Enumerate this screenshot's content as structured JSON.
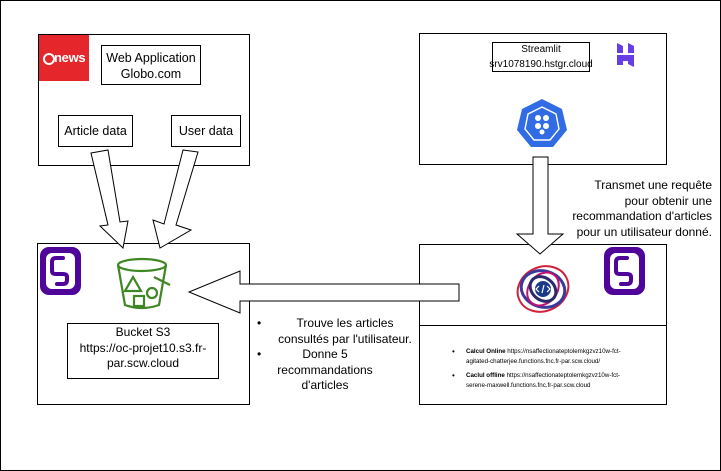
{
  "top_left": {
    "logo_text": "news",
    "title_line1": "Web Application",
    "title_line2": "Globo.com",
    "article_label": "Article data",
    "user_label": "User data"
  },
  "top_right": {
    "title_line1": "Streamlit",
    "title_line2": "srv1078190.hstgr.cloud"
  },
  "transmit_note": {
    "line1": "Transmet une requête",
    "line2": "pour obtenir une",
    "line3": "recommandation d'articles",
    "line4": "pour un utilisateur donné."
  },
  "bucket": {
    "line1": "Bucket S3",
    "line2": "https://oc-projet10.s3.fr-",
    "line3": "par.scw.cloud"
  },
  "middle_bullets": [
    {
      "line1": "Trouve les articles",
      "line2": "consultés par l'utilisateur."
    },
    {
      "line1": "Donne 5",
      "line2": "recommandations",
      "line3": "d'articles"
    }
  ],
  "functions": [
    {
      "label": "Calcul Online",
      "url1": "https://nsaffectionateptolemkgzvz10w-fct-",
      "url2": "agitated-chatterjee.functions.fnc.fr-par.scw.cloud/"
    },
    {
      "label": "Caclul offline",
      "url1": "https://nsaffectionateptolemkgzvz10w-fct-",
      "url2": "serene-maxwell.functions.fnc.fr-par.scw.cloud"
    }
  ],
  "colors": {
    "globo_red": "#e5262a",
    "scaleway_purple": "#4f0599",
    "hostinger_purple": "#673de6",
    "bucket_green": "#3f8624",
    "k8s_blue": "#326ce5"
  }
}
